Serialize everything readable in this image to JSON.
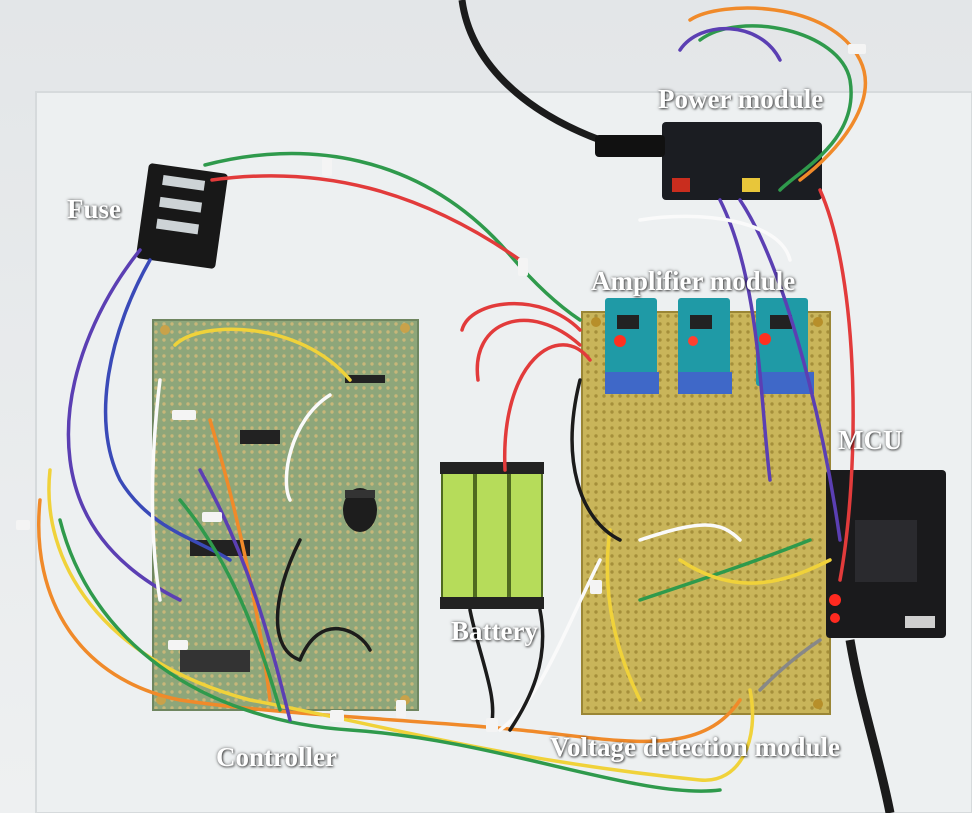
{
  "labels": {
    "fuse": "Fuse",
    "power_module": "Power module",
    "amplifier_module": "Amplifier module",
    "mcu": "MCU",
    "battery": "Battery",
    "controller": "Controller",
    "voltage_detection_module": "Voltage detection module"
  },
  "colors": {
    "background": "#e9ecee",
    "perfboard_green": "#8ea67a",
    "perfboard_yellow": "#c9b55a",
    "battery_green": "#b6dc5a",
    "label_text": "#ffffff",
    "wire_red": "#e23b3b",
    "wire_green": "#2f9a4c",
    "wire_purple": "#5b3fb3",
    "wire_orange": "#f08a2a",
    "wire_yellow": "#f0d23a",
    "wire_white": "#fafafa",
    "wire_black": "#1b1b1b"
  }
}
